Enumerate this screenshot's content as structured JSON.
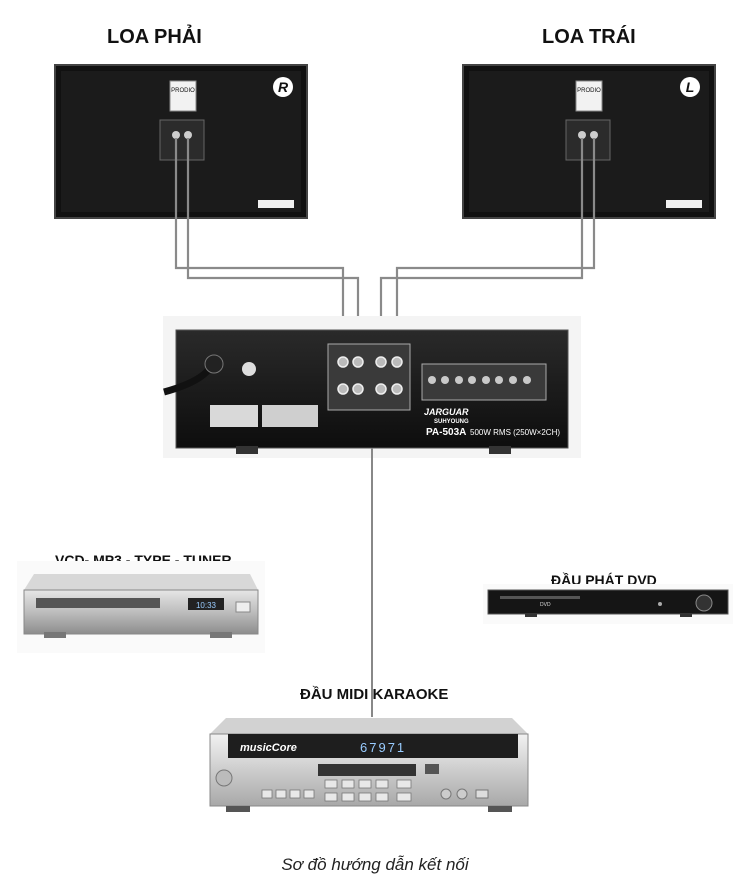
{
  "labels": {
    "right_speaker": "LOA PHẢI",
    "left_speaker": "LOA TRÁI",
    "vcd_player": "VCD- MP3 - TYPE - TUNER",
    "dvd_player": "ĐẦU PHÁT DVD",
    "midi_karaoke": "ĐẦU MIDI KARAOKE"
  },
  "speakers": {
    "brand": "PRODIO",
    "right_badge": "R",
    "left_badge": "L"
  },
  "amplifier": {
    "brand": "JARGUAR",
    "sub_brand": "SUHYOUNG",
    "model": "PA-503A",
    "rating": "500W RMS (250W×2CH)"
  },
  "midi_player": {
    "brand": "musicCore",
    "display": "67971"
  },
  "vcd": {
    "display": "10:33"
  },
  "dvd": {
    "logo": "DVD"
  },
  "caption": "Sơ đồ hướng dẫn kết nối"
}
